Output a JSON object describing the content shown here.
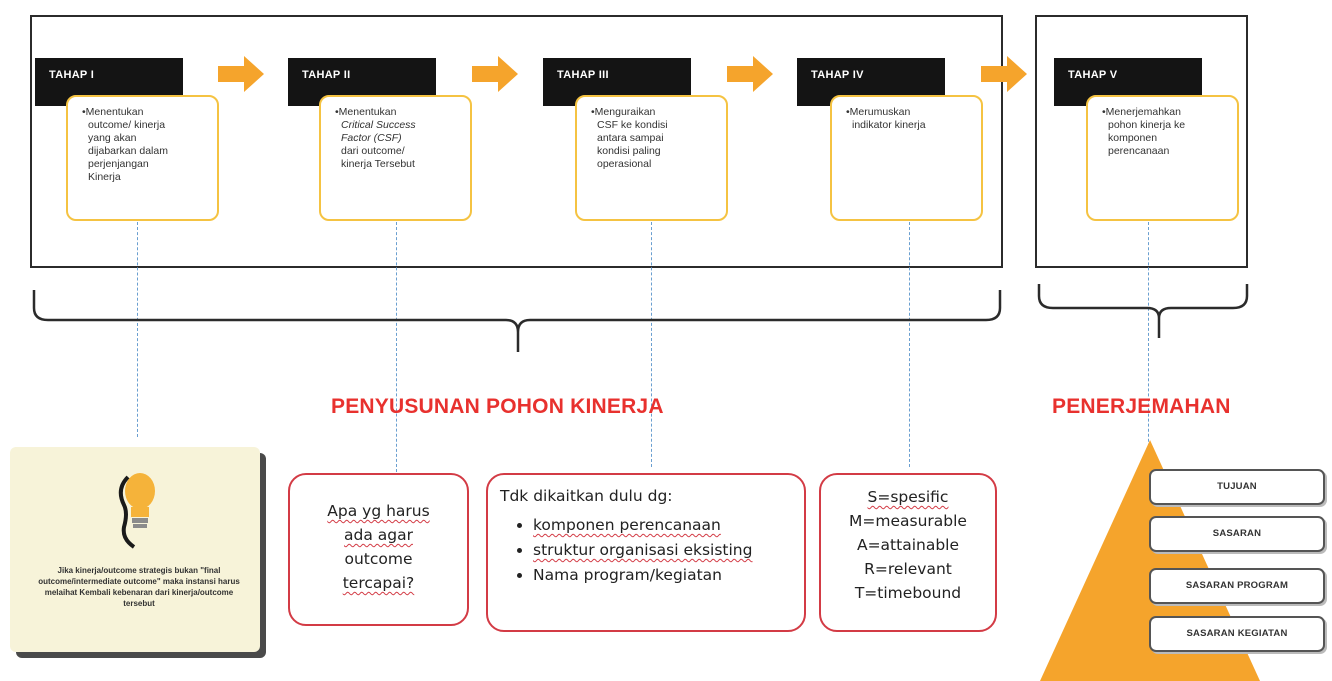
{
  "stages": [
    {
      "tag": "TAHAP I",
      "lines": [
        "•Menentukan",
        "outcome/ kinerja",
        "yang akan",
        "dijabarkan dalam",
        "perjenjangan",
        "Kinerja"
      ]
    },
    {
      "tag": "TAHAP II",
      "lines": [
        "•Menentukan",
        "Critical Success",
        "Factor (CSF)",
        "dari outcome/",
        "kinerja Tersebut"
      ]
    },
    {
      "tag": "TAHAP III",
      "lines": [
        "•Menguraikan",
        "CSF ke kondisi",
        "antara sampai",
        "kondisi paling",
        "operasional"
      ]
    },
    {
      "tag": "TAHAP IV",
      "lines": [
        "•Merumuskan",
        "indikator kinerja"
      ]
    },
    {
      "tag": "TAHAP V",
      "lines": [
        "•Menerjemahkan",
        "pohon kinerja ke",
        "komponen",
        "perencanaan"
      ]
    }
  ],
  "labels": {
    "penyusunan": "PENYUSUNAN POHON KINERJA",
    "penerjemahan": "PENERJEMAHAN"
  },
  "tip": {
    "icon": "lightbulb-icon",
    "text": "Jika kinerja/outcome strategis bukan \"final outcome/intermediate outcome\" maka instansi harus melaihat Kembali kebenaran dari kinerja/outcome tersebut"
  },
  "question_box": {
    "lines": [
      "Apa yg harus",
      "ada agar",
      "outcome",
      "tercapai?"
    ]
  },
  "not_linked_box": {
    "heading": "Tdk dikaitkan dulu  dg:",
    "items": [
      "komponen perencanaan",
      "struktur organisasi eksisting",
      "Nama program/kegiatan"
    ]
  },
  "smart_box": {
    "lines": [
      "S=spesific",
      "M=measurable",
      "A=attainable",
      "R=relevant",
      "T=timebound"
    ]
  },
  "pyramid": {
    "items": [
      "TUJUAN",
      "SASARAN",
      "SASARAN PROGRAM",
      "SASARAN KEGIATAN"
    ]
  },
  "colors": {
    "accent_orange": "#f5a42c",
    "card_border": "#f5c342",
    "title_red": "#e8312e",
    "box_red": "#d33b45",
    "dash_blue": "#6a9fd0"
  }
}
